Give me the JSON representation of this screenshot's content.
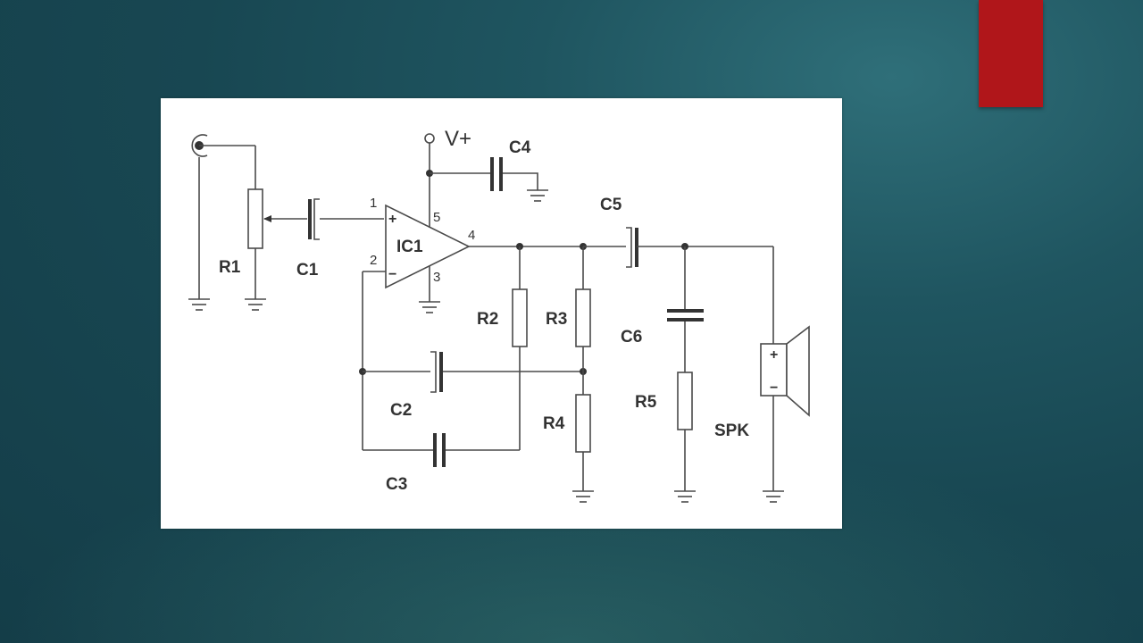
{
  "labels": {
    "r1": "R1",
    "c1": "C1",
    "ic1": "IC1",
    "v_plus": "V+",
    "c4": "C4",
    "c5": "C5",
    "r2": "R2",
    "r3": "R3",
    "c6": "C6",
    "c2": "C2",
    "r4": "R4",
    "r5": "R5",
    "spk": "SPK",
    "c3": "C3"
  },
  "pins": {
    "p1": "1",
    "p2": "2",
    "p3": "3",
    "p4": "4",
    "p5": "5"
  },
  "signs": {
    "opamp_plus": "+",
    "opamp_minus": "−",
    "spk_plus": "+",
    "spk_minus": "−"
  },
  "colors": {
    "background": "#184752",
    "accent_bar": "#b0161a",
    "panel": "#ffffff",
    "ink": "#333333"
  }
}
